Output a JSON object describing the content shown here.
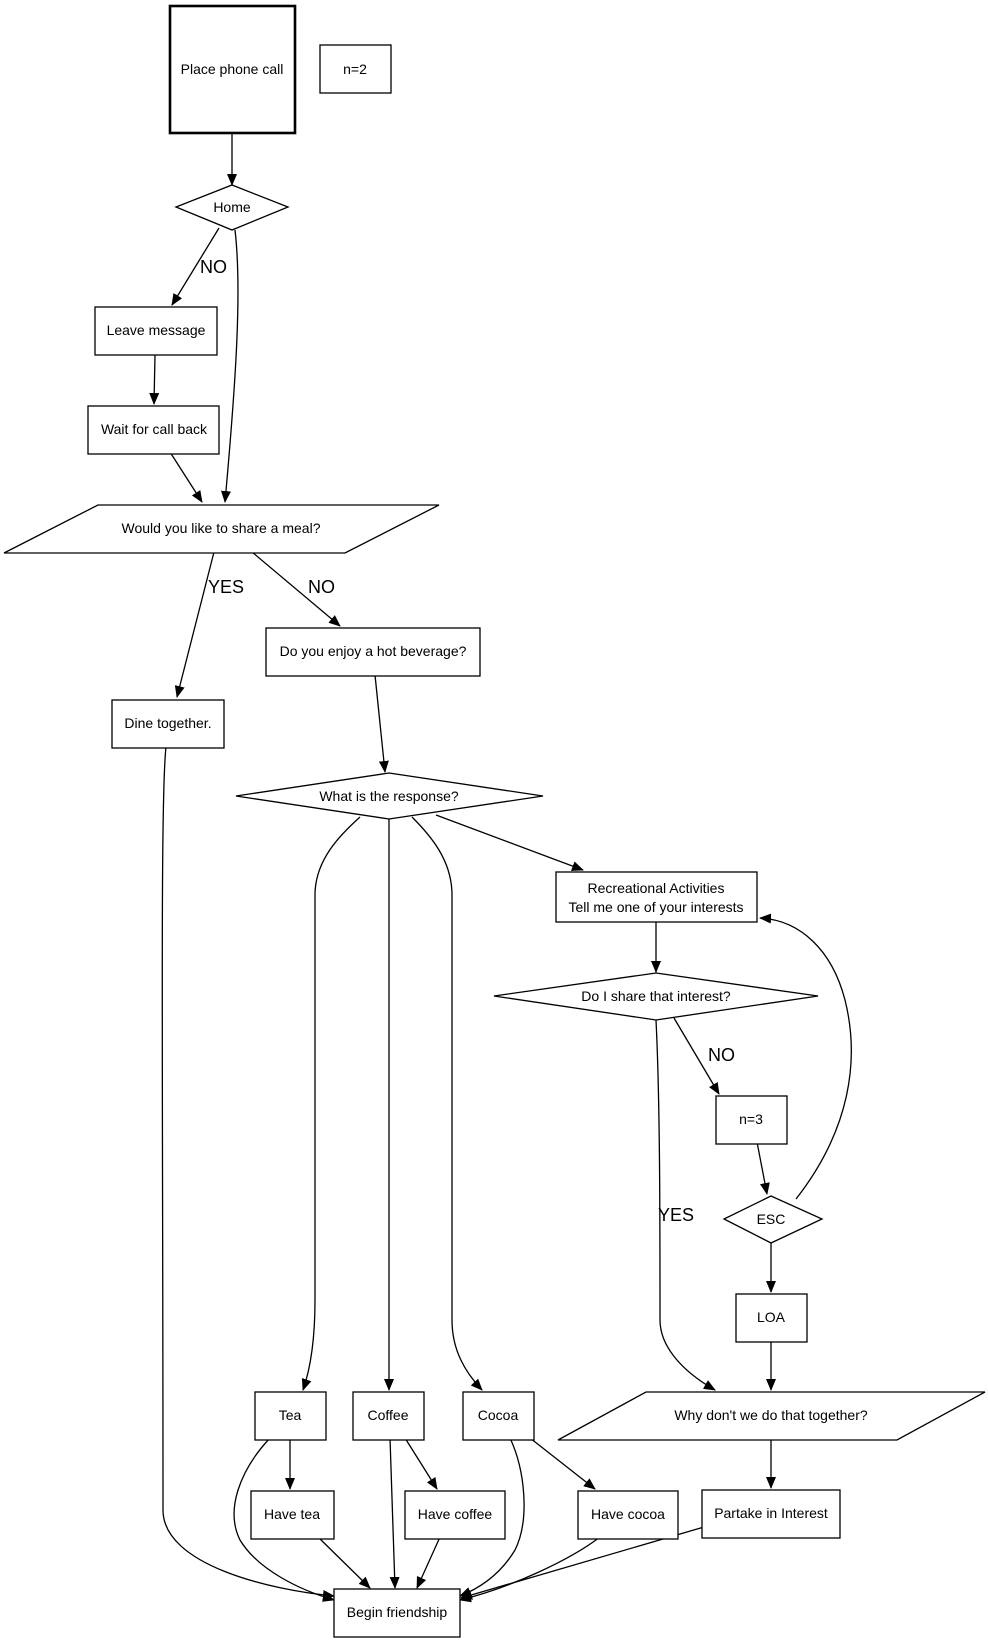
{
  "diagram": {
    "nodes": {
      "place_call": "Place phone call",
      "n2": "n=2",
      "home": "Home",
      "leave_message": "Leave message",
      "wait_callback": "Wait for call back",
      "share_meal": "Would you like to share a meal?",
      "dine_together": "Dine together.",
      "hot_beverage": "Do you enjoy a hot beverage?",
      "response": "What is the response?",
      "recreational_1": "Recreational Activities",
      "recreational_2": "Tell me one of your interests",
      "share_interest": "Do I share that interest?",
      "n3": "n=3",
      "esc": "ESC",
      "loa": "LOA",
      "do_together": "Why don't we do that together?",
      "partake": "Partake in Interest",
      "tea": "Tea",
      "coffee": "Coffee",
      "cocoa": "Cocoa",
      "have_tea": "Have tea",
      "have_coffee": "Have coffee",
      "have_cocoa": "Have cocoa",
      "begin_friendship": "Begin friendship"
    },
    "edge_labels": {
      "home_no": "NO",
      "meal_yes": "YES",
      "meal_no": "NO",
      "interest_no": "NO",
      "interest_yes": "YES"
    }
  }
}
